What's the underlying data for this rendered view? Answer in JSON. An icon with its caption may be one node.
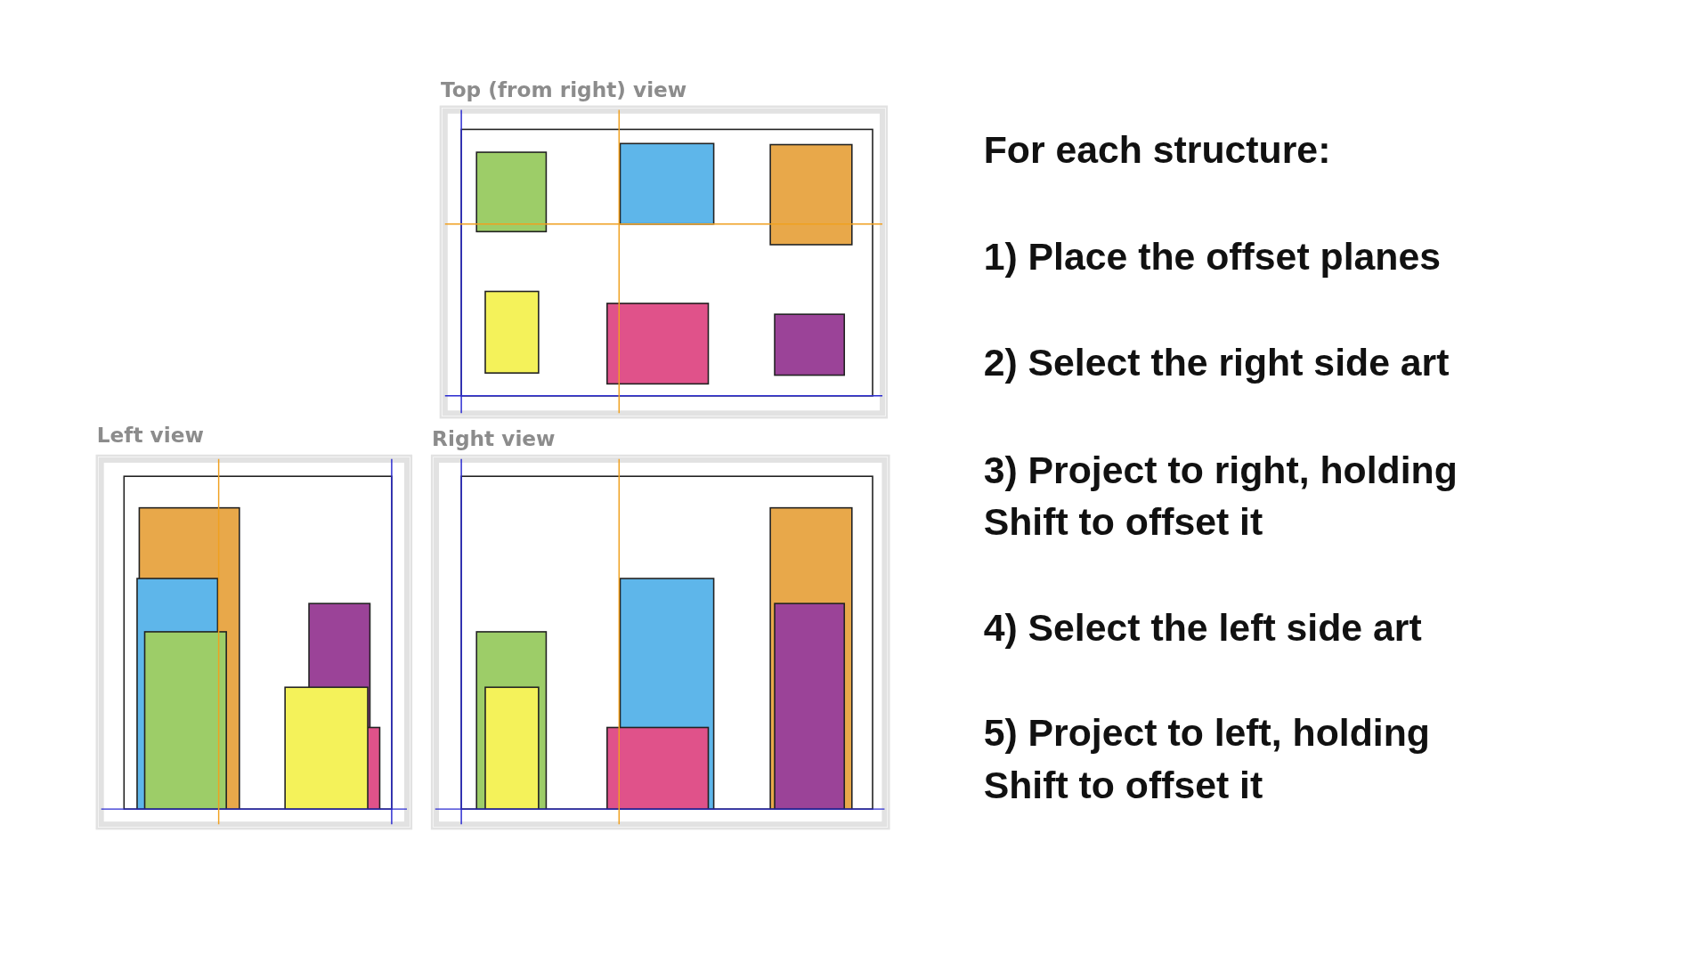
{
  "diagram": {
    "labels": [
      "Top (from right) view",
      "Left view",
      "Right view",
      "For each structure:",
      "1) Place the offset planes",
      "2) Select the right side art",
      "3) Project to right, holding Shift to offset it",
      "4) Select the left side art",
      "5) Project to left, holding Shift to offset it"
    ]
  }
}
